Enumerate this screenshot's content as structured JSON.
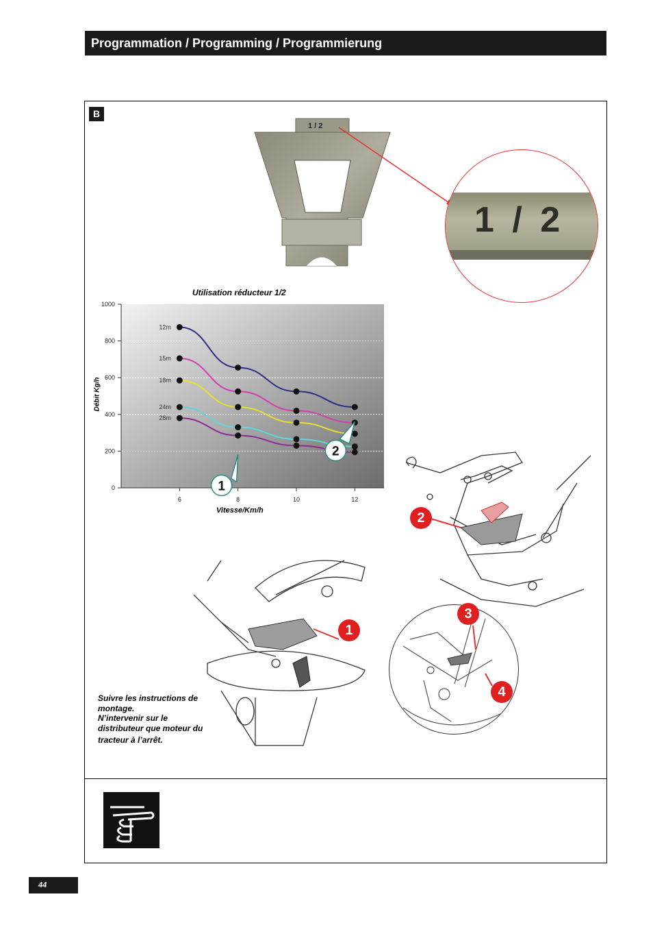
{
  "header": {
    "title": "Programmation / Programming / Programmierung"
  },
  "section": {
    "badge": "B"
  },
  "plate": {
    "marking": "1 / 2",
    "zoom_marking": "1 / 2"
  },
  "chart_data": {
    "type": "line",
    "title": "Utilisation réducteur 1/2",
    "xlabel": "Vitesse/Km/h",
    "ylabel": "Débit Kg/h",
    "x": [
      6,
      8,
      10,
      12
    ],
    "xlim": [
      4,
      13
    ],
    "ylim": [
      0,
      1000
    ],
    "yticks": [
      "0",
      "200",
      "400",
      "600",
      "800",
      "1000"
    ],
    "xticks": [
      "6",
      "8",
      "10",
      "12"
    ],
    "grid": "dotted horizontal",
    "series": [
      {
        "name": "12m",
        "values": [
          875,
          655,
          525,
          440
        ],
        "color": "#2b2f86"
      },
      {
        "name": "15m",
        "values": [
          705,
          525,
          420,
          355
        ],
        "color": "#d040b0"
      },
      {
        "name": "18m",
        "values": [
          585,
          440,
          355,
          295
        ],
        "color": "#e6e02a"
      },
      {
        "name": "24m",
        "values": [
          440,
          330,
          265,
          225
        ],
        "color": "#5fd6dc"
      },
      {
        "name": "28m",
        "values": [
          380,
          285,
          230,
          195
        ],
        "color": "#8a2a92"
      }
    ],
    "callouts": [
      "1",
      "2"
    ]
  },
  "callouts": {
    "c1": "1",
    "c2": "2",
    "c3": "3",
    "c4": "4",
    "chart1": "1",
    "chart2": "2"
  },
  "note": {
    "lines": [
      "Suivre les instructions de",
      "montage.",
      "N’intervenir sur le",
      "distributeur que moteur du",
      "tracteur à l’arrêt."
    ]
  },
  "footer": {
    "page_number": "44"
  }
}
